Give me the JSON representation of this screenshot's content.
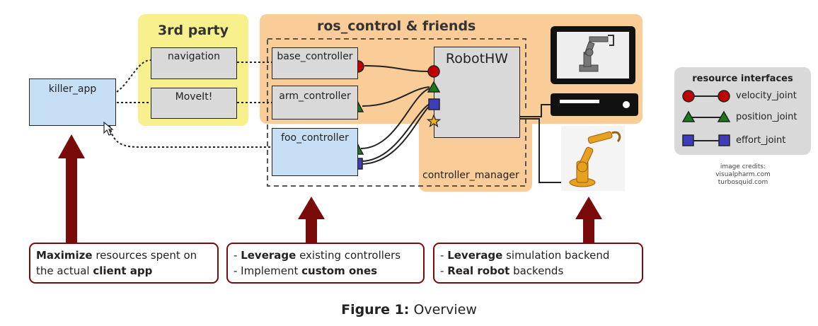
{
  "groups": {
    "third_party": "3rd party",
    "ros_control": "ros_control & friends"
  },
  "nodes": {
    "killer_app": "killer_app",
    "navigation": "navigation",
    "moveit": "MoveIt!",
    "base_controller": "base_controller",
    "arm_controller": "arm_controller",
    "foo_controller": "foo_controller",
    "robothw": "RobotHW",
    "controller_manager": "controller_manager"
  },
  "legend": {
    "title": "resource interfaces",
    "items": [
      "velocity_joint",
      "position_joint",
      "effort_joint"
    ]
  },
  "credits": [
    "image credits:",
    "visualpharm.com",
    "turbosquid.com"
  ],
  "notes": [
    {
      "line1_bold": "Maximize",
      "line1_rest": " resources spent on",
      "line2_pre": "the actual ",
      "line2_bold": "client app"
    },
    {
      "line1_pre": "- ",
      "line1_bold": "Leverage",
      "line1_rest": " existing controllers",
      "line2_pre": "- Implement ",
      "line2_bold": "custom ones"
    },
    {
      "line1_pre": "- ",
      "line1_bold": "Leverage",
      "line1_rest": " simulation backend",
      "line2_pre": "- ",
      "line2_bold": "Real robot",
      "line2_rest": " backends"
    }
  ],
  "caption": {
    "label": "Figure 1:",
    "text": " Overview"
  },
  "colors": {
    "third_party_bg": "#f7f08c",
    "ros_bg": "#f9cc98",
    "app_blue": "#c7dff5",
    "velocity": "#c00000",
    "position": "#1a7a1a",
    "effort": "#3d3db8",
    "arrow": "#7a0b0b"
  }
}
